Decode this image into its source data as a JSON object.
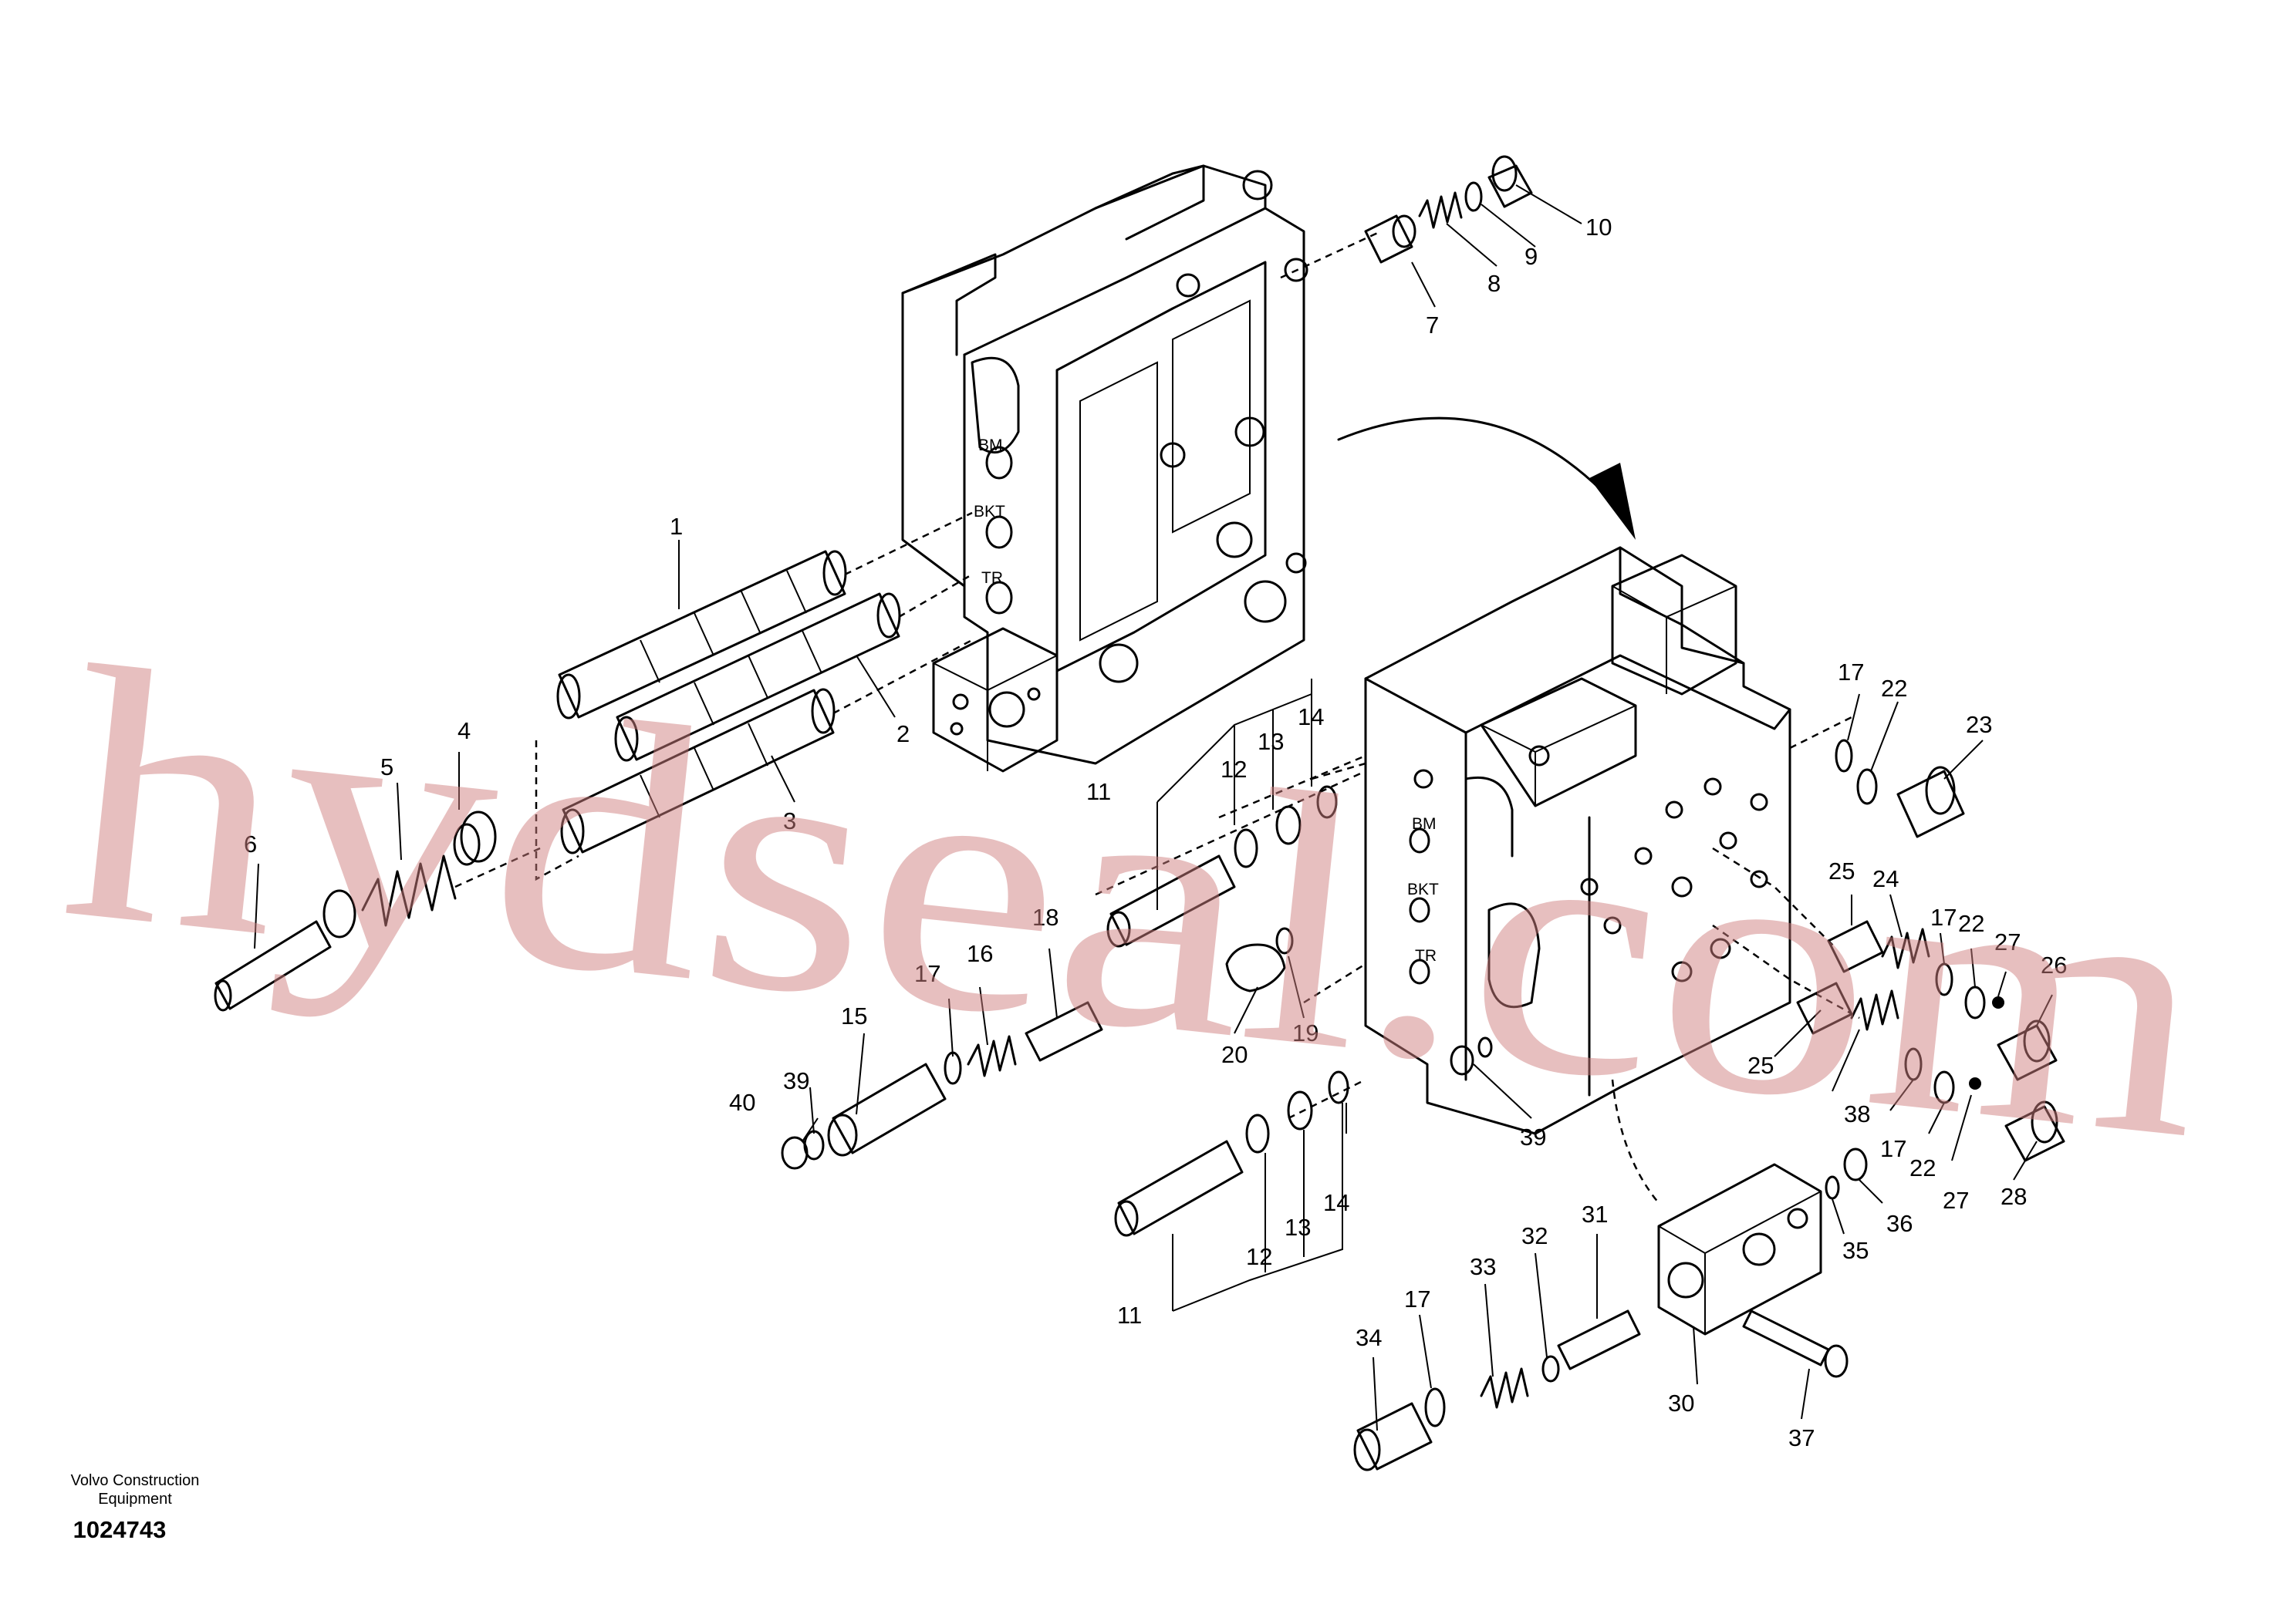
{
  "watermark": "hydseal.com",
  "footer": {
    "maker_line1": "Volvo Construction",
    "maker_line2": "Equipment",
    "part_number": "1024743"
  },
  "port_labels": {
    "bm": "BM",
    "bkt": "BKT",
    "tr": "TR"
  },
  "callouts": {
    "c1": "1",
    "c2": "2",
    "c3": "3",
    "c4": "4",
    "c5": "5",
    "c6": "6",
    "c7": "7",
    "c8": "8",
    "c9": "9",
    "c10": "10",
    "c11a": "11",
    "c11b": "11",
    "c12a": "12",
    "c12b": "12",
    "c13a": "13",
    "c13b": "13",
    "c14a": "14",
    "c14b": "14",
    "c15": "15",
    "c16": "16",
    "c17a": "17",
    "c17b": "17",
    "c17c": "17",
    "c17d": "17",
    "c17e": "17",
    "c18": "18",
    "c19": "19",
    "c20": "20",
    "c22a": "22",
    "c22b": "22",
    "c22c": "22",
    "c23": "23",
    "c24": "24",
    "c25a": "25",
    "c25b": "25",
    "c26": "26",
    "c27a": "27",
    "c27b": "27",
    "c28": "28",
    "c30": "30",
    "c31": "31",
    "c32": "32",
    "c33": "33",
    "c34": "34",
    "c35": "35",
    "c36": "36",
    "c37": "37",
    "c38": "38",
    "c39a": "39",
    "c39b": "39",
    "c40": "40"
  }
}
